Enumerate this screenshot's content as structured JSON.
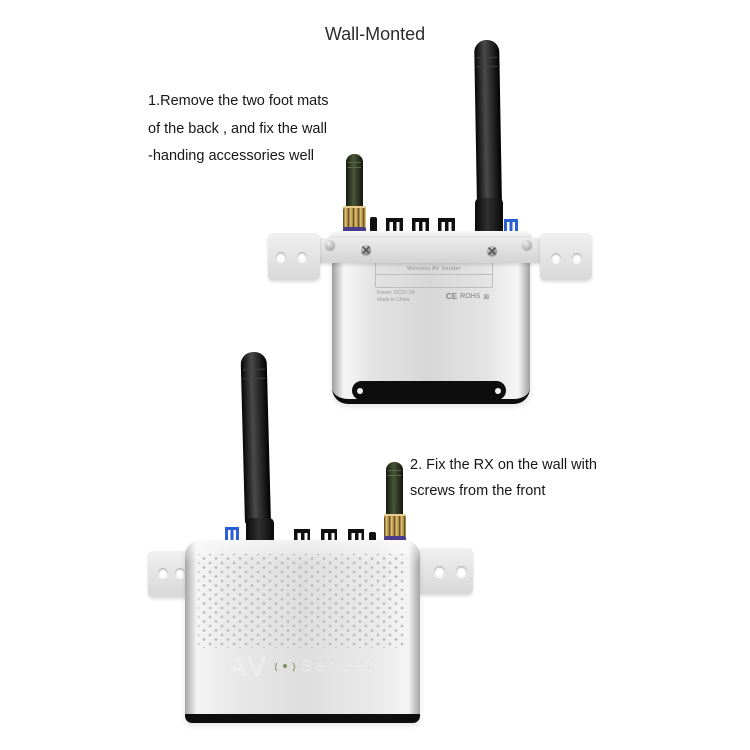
{
  "title": "Wall-Monted",
  "instructions": {
    "step1_line1": "1.Remove the two foot mats",
    "step1_line2": "of  the back , and fix the wall",
    "step1_line3": "-handing accessories well",
    "step2_line1": "2. Fix the RX on the wall with",
    "step2_line2": "screws from the front"
  },
  "device_back": {
    "label_title": "Wireless AV Sender",
    "spec_line1": "Power: DC5V 2A",
    "spec_line2": "Made in China",
    "cert_ce": "CE",
    "cert_rohs": "ROHS",
    "cert_weee": "⊠"
  },
  "device_front": {
    "brand_av": "AV",
    "brand_sender": "Sender"
  },
  "icons": {
    "signal": "wireless-signal-icon"
  },
  "colors": {
    "background": "#ffffff",
    "text": "#1e1e1e",
    "device_silver": "#e0e0e0",
    "bracket_gray": "#e5e5e5",
    "antenna_black": "#161616",
    "antenna_green": "#3a4430",
    "sma_gold": "#d0b269",
    "sma_purple": "#4b3b8c",
    "connector_blue": "#2a5fd6"
  }
}
